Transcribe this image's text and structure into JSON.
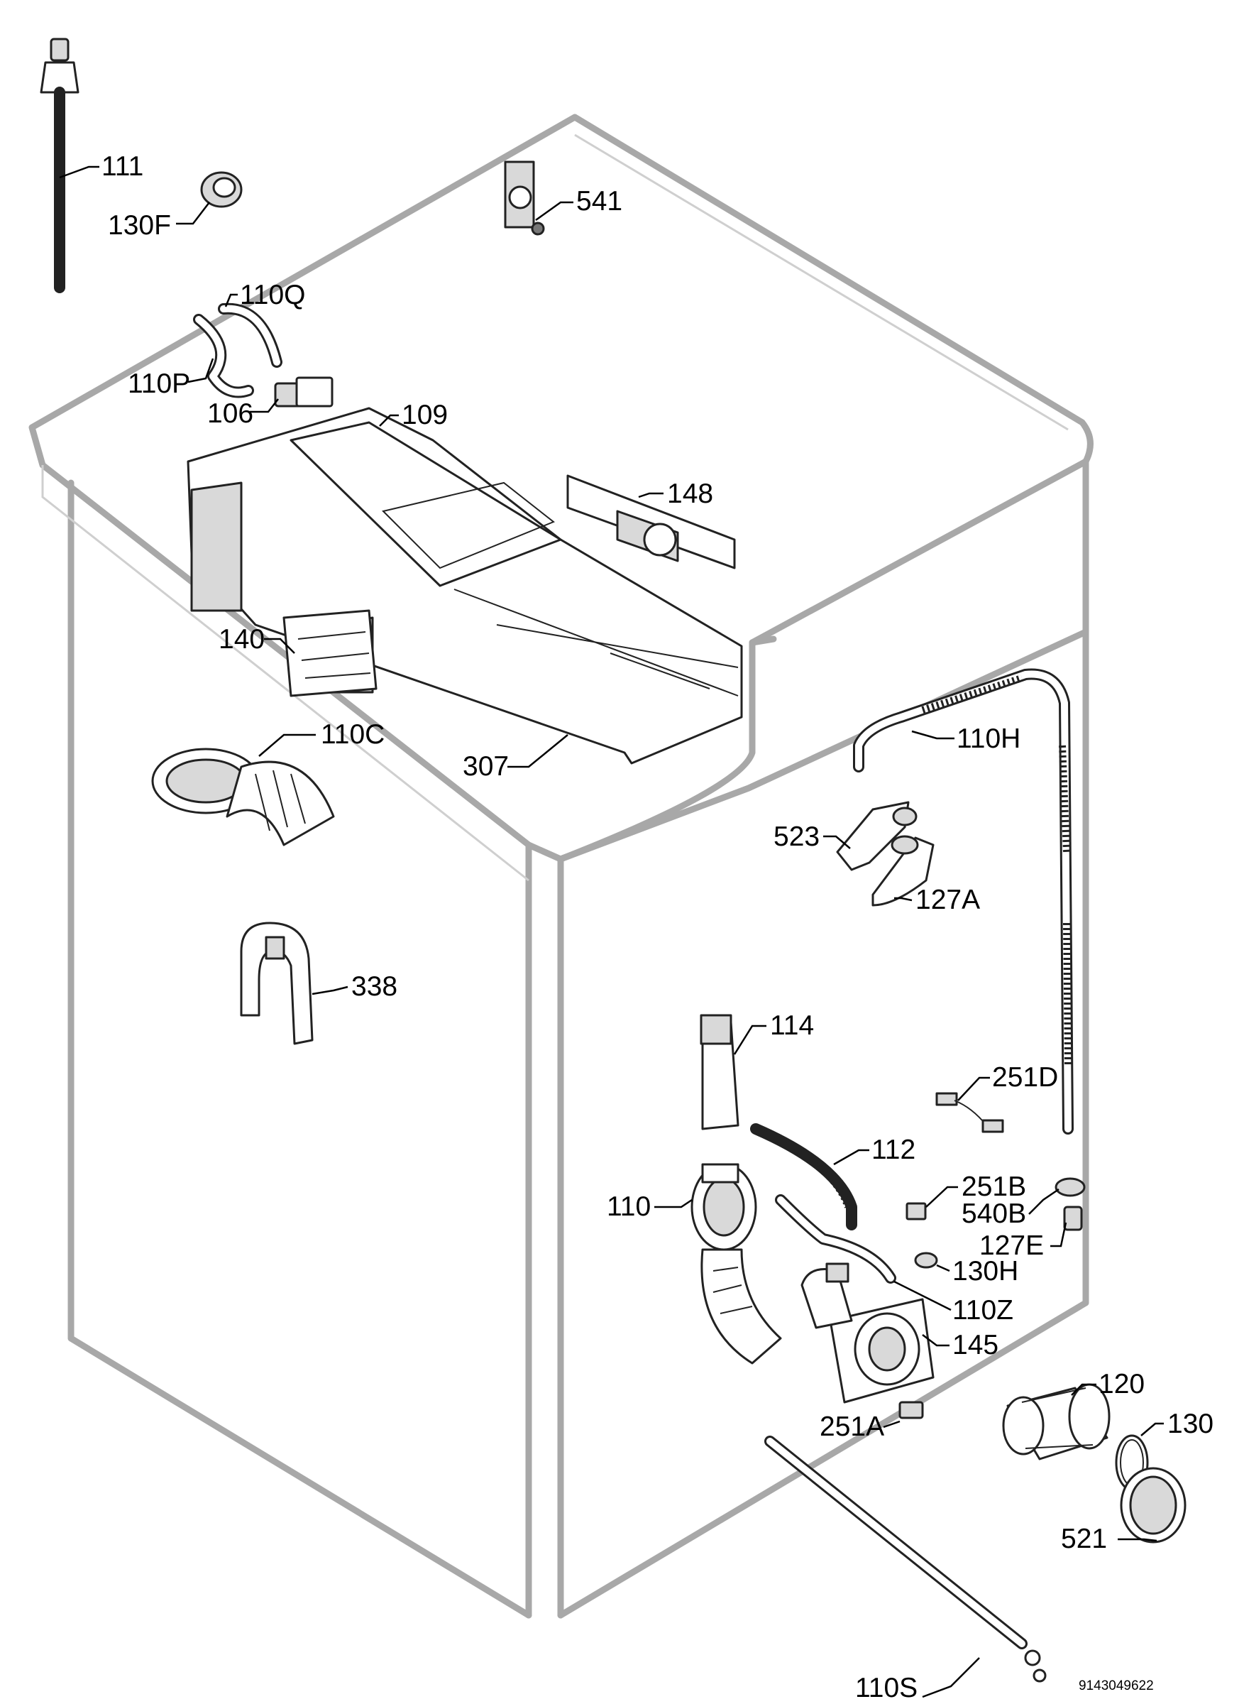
{
  "labels": {
    "p111": "111",
    "p130F": "130F",
    "p541": "541",
    "p110Q": "110Q",
    "p110P": "110P",
    "p106": "106",
    "p109": "109",
    "p148": "148",
    "p140": "140",
    "p110C": "110C",
    "p307": "307",
    "p110H": "110H",
    "p523": "523",
    "p127A": "127A",
    "p338": "338",
    "p114": "114",
    "p251D": "251D",
    "p112": "112",
    "p110": "110",
    "p251B": "251B",
    "p540B": "540B",
    "p127E": "127E",
    "p130H": "130H",
    "p110Z": "110Z",
    "p145": "145",
    "p120": "120",
    "p130": "130",
    "p251A": "251A",
    "p521": "521",
    "p110S": "110S"
  },
  "drawing_ref": "9143049622"
}
